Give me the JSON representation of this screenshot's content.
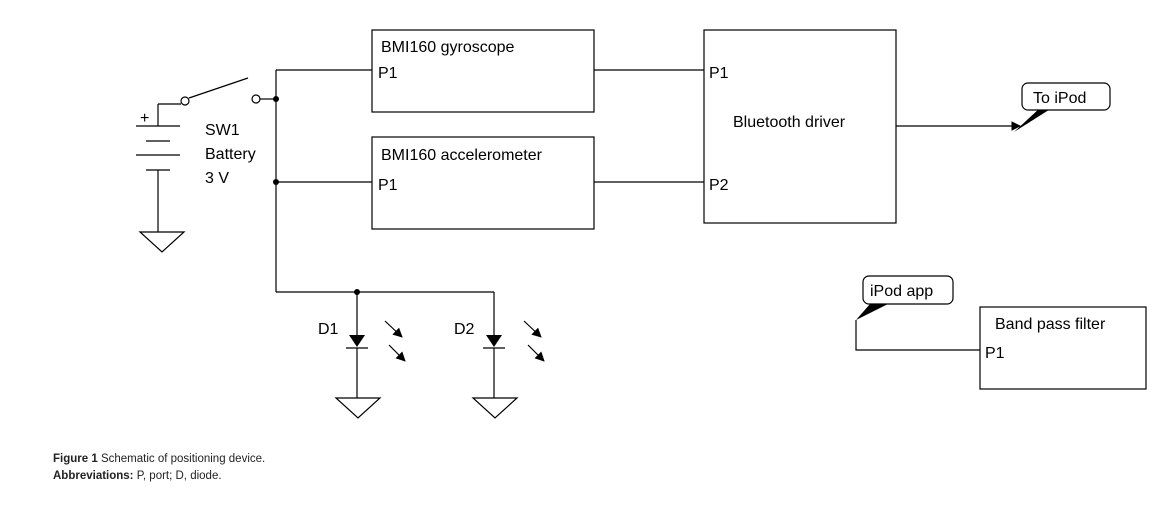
{
  "diagram": {
    "battery": {
      "ref": "SW1",
      "name": "Battery",
      "value": "3 V",
      "plus": "+"
    },
    "gyroscope": {
      "title": "BMI160 gyroscope",
      "port": "P1"
    },
    "accelerometer": {
      "title": "BMI160 accelerometer",
      "port": "P1"
    },
    "bluetooth": {
      "title": "Bluetooth driver",
      "port1": "P1",
      "port2": "P2"
    },
    "to_ipod": {
      "label": "To iPod"
    },
    "ipod_app": {
      "label": "iPod app"
    },
    "band_pass": {
      "title": "Band pass filter",
      "port": "P1"
    },
    "diode1": {
      "ref": "D1"
    },
    "diode2": {
      "ref": "D2"
    }
  },
  "caption": {
    "figure_label": "Figure 1",
    "figure_text": "Schematic of positioning device.",
    "abbr_label": "Abbreviations:",
    "abbr_text": "P, port; D, diode."
  }
}
